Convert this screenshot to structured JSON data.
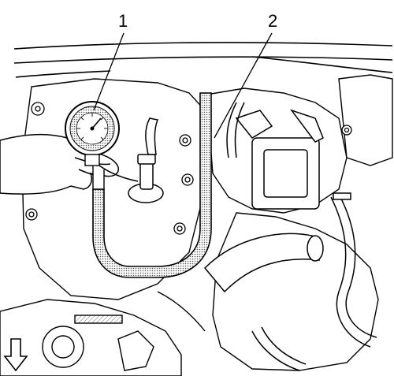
{
  "callouts": [
    {
      "id": "1",
      "label": "1"
    },
    {
      "id": "2",
      "label": "2"
    }
  ],
  "icons": {
    "direction_arrow": "down-arrow-icon",
    "gauge": "compression-gauge-icon",
    "hand": "hand-icon"
  },
  "colors": {
    "ink": "#000000",
    "paper": "#ffffff",
    "hose_fill": "#bdbdbd",
    "hatch": "#8a8a8a"
  }
}
